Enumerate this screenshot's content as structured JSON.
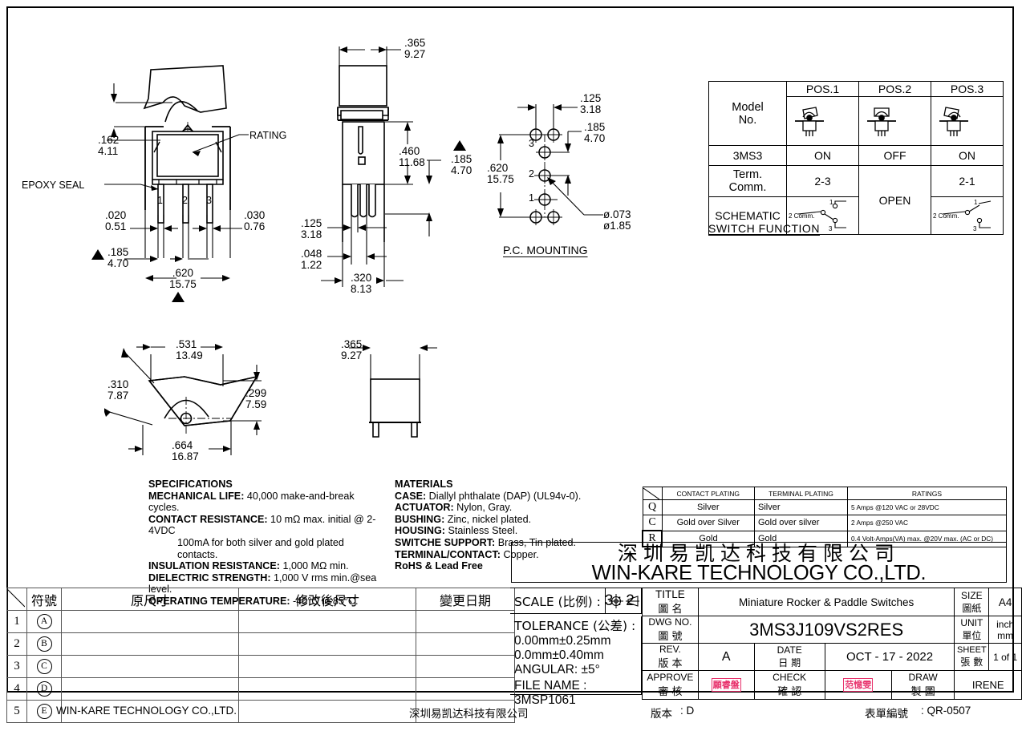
{
  "drawing": {
    "views": {
      "front": {
        "callouts": [
          "RATING",
          "EPOXY SEAL"
        ],
        "pins": [
          "1",
          "2",
          "3"
        ],
        "dims": [
          {
            "in": ".162",
            "mm": "4.11"
          },
          {
            "in": ".020",
            "mm": "0.51"
          },
          {
            "in": ".030",
            "mm": "0.76"
          },
          {
            "in": ".185",
            "mm": "4.70",
            "flag": true
          },
          {
            "in": ".620",
            "mm": "15.75",
            "flag": true
          }
        ]
      },
      "side": {
        "dims": [
          {
            "in": ".365",
            "mm": "9.27"
          },
          {
            "in": ".460",
            "mm": "11.68"
          },
          {
            "in": ".185",
            "mm": "4.70",
            "flag": true
          },
          {
            "in": ".125",
            "mm": "3.18"
          },
          {
            "in": ".048",
            "mm": "1.22"
          },
          {
            "in": ".320",
            "mm": "8.13"
          }
        ]
      },
      "pcb": {
        "title": "P.C. MOUNTING",
        "pins": [
          "3",
          "2",
          "1"
        ],
        "dims": [
          {
            "in": ".125",
            "mm": "3.18"
          },
          {
            "in": ".185",
            "mm": "4.70"
          },
          {
            "in": ".620",
            "mm": "15.75"
          },
          {
            "in": "ø.073",
            "mm": "ø1.85"
          }
        ]
      },
      "actuator": {
        "dims": [
          {
            "in": ".531",
            "mm": "13.49"
          },
          {
            "in": ".310",
            "mm": "7.87"
          },
          {
            "in": ".299",
            "mm": "7.59"
          },
          {
            "in": ".664",
            "mm": "16.87"
          }
        ]
      },
      "actuator_side": {
        "dims": [
          {
            "in": ".365",
            "mm": "9.27"
          }
        ]
      }
    }
  },
  "switch_function": {
    "caption": "SWITCH  FUNCTION",
    "row_labels": [
      "Model\nNo.",
      "3MS3",
      "Term.\nComm.",
      "SCHEMATIC"
    ],
    "model_label_line1": "Model",
    "model_label_line2": "No.",
    "model_no": "3MS3",
    "term_line1": "Term.",
    "term_line2": "Comm.",
    "schematic_label": "SCHEMATIC",
    "positions": [
      "POS.1",
      "POS.2",
      "POS.3"
    ],
    "states": [
      "ON",
      "OFF",
      "ON"
    ],
    "terminals": [
      "2-3",
      "",
      "2-1"
    ],
    "open_label": "OPEN",
    "schematic_terms": {
      "common": "2 Comm.",
      "t1": "1",
      "t3": "3"
    }
  },
  "specifications": {
    "heading": "SPECIFICATIONS",
    "items": [
      {
        "label": "MECHANICAL LIFE:",
        "value": " 40,000 make-and-break cycles."
      },
      {
        "label": "CONTACT RESISTANCE:",
        "value": " 10 mΩ  max. initial @ 2-4VDC"
      },
      {
        "label": "",
        "value": "100mA for both silver and gold plated contacts."
      },
      {
        "label": "INSULATION RESISTANCE:",
        "value": " 1,000 MΩ  min."
      },
      {
        "label": "DIELECTRIC STRENGTH:",
        "value": " 1,000 V rms min.@sea level."
      },
      {
        "label": "OPERATING TEMPERATURE:",
        "value": " -40°C to 85°C."
      }
    ]
  },
  "materials": {
    "heading": "MATERIALS",
    "items": [
      {
        "label": "CASE:",
        "value": " Diallyl phthalate (DAP) (UL94v-0)."
      },
      {
        "label": "ACTUATOR:",
        "value": " Nylon, Gray."
      },
      {
        "label": "BUSHING:",
        "value": " Zinc, nickel plated."
      },
      {
        "label": "HOUSING:",
        "value": " Stainless Steel."
      },
      {
        "label": "SWITCHE SUPPORT:",
        "value": " Brass, Tin plated."
      },
      {
        "label": "TERMINAL/CONTACT:",
        "value": " Copper."
      },
      {
        "label": "RoHS & Lead Free",
        "value": ""
      }
    ]
  },
  "ratings_table": {
    "headers": [
      "",
      "CONTACT PLATING",
      "TERMINAL  PLATING",
      "RATINGS"
    ],
    "rows": [
      {
        "code": "Q",
        "contact": "Silver",
        "terminal": "Silver",
        "rating": "5 Amps @120 VAC or 28VDC"
      },
      {
        "code": "C",
        "contact": "Gold over Silver",
        "terminal": "Gold over silver",
        "rating": "2 Amps @250 VAC"
      },
      {
        "code": "R",
        "contact": "Gold",
        "terminal": "Gold",
        "rating": "0.4 Volt-Amps(VA) max. @20V max. (AC or DC)"
      }
    ]
  },
  "company": {
    "cn": "深圳易凯达科技有限公司",
    "en": "WIN-KARE TECHNOLOGY CO.,LTD."
  },
  "revision_table": {
    "headers": [
      "",
      "符號",
      "原尺寸",
      "修改後尺寸",
      "變更日期"
    ],
    "rows": [
      {
        "no": "1",
        "sym": "A",
        "orig": "",
        "mod": "",
        "date": ""
      },
      {
        "no": "2",
        "sym": "B",
        "orig": "",
        "mod": "",
        "date": ""
      },
      {
        "no": "3",
        "sym": "C",
        "orig": "",
        "mod": "",
        "date": ""
      },
      {
        "no": "4",
        "sym": "D",
        "orig": "",
        "mod": "",
        "date": ""
      },
      {
        "no": "5",
        "sym": "E",
        "orig": "",
        "mod": "",
        "date": ""
      }
    ]
  },
  "scale_block": {
    "scale_label": "SCALE (比例) :",
    "scale_value": "3 : 2",
    "tolerance_label": "TOLERANCE (公差) :",
    "tolerance_lines": [
      "0.00mm±0.25mm",
      "0.0mm±0.40mm",
      "ANGULAR: ±5°"
    ],
    "file_name_label": "FILE NAME :",
    "file_name_value": "3MSP1061"
  },
  "title_block": {
    "title_label_en": "TITLE",
    "title_label_cn": "圖 名",
    "title_value": "Miniature Rocker & Paddle Switches",
    "size_label_en": "SIZE",
    "size_label_cn": "圖紙",
    "size_value": "A4",
    "dwg_label_en": "DWG NO.",
    "dwg_label_cn": "圖 號",
    "dwg_value": "3MS3J109VS2RES",
    "unit_label_en": "UNIT",
    "unit_label_cn": "單位",
    "unit_value_1": "inch",
    "unit_value_2": "mm",
    "rev_label_en": "REV.",
    "rev_label_cn": "版 本",
    "rev_value": "A",
    "date_label_en": "DATE",
    "date_label_cn": "日 期",
    "date_value": "OCT - 17 - 2022",
    "sheet_label_en": "SHEET",
    "sheet_label_cn": "張 數",
    "sheet_value": "1 of 1",
    "approve_label_en": "APPROVE",
    "approve_label_cn": "審 核",
    "approve_stamp": "願睿盤",
    "check_label_en": "CHECK",
    "check_label_cn": "確 認",
    "check_stamp": "范憶雯",
    "draw_label_en": "DRAW",
    "draw_label_cn": "製 圖",
    "draw_value": "IRENE"
  },
  "footer": {
    "left": "WIN-KARE TECHNOLOGY CO.,LTD.",
    "center_cn": "深圳易凯达科技有限公司",
    "version_label": "版本",
    "version_value": ": D",
    "form_label": "表單編號",
    "form_value": ": QR-0507"
  }
}
